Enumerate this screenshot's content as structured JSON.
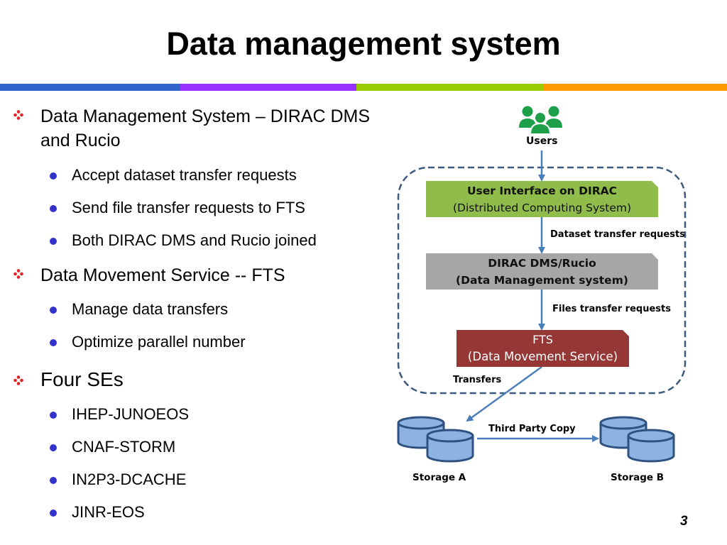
{
  "slide": {
    "title": "Data management system",
    "page_number": "3",
    "colors": {
      "rule_segments": [
        "#3366cc",
        "#9933ff",
        "#99cc00",
        "#ff9900"
      ],
      "diamond_bullet": "#e32222",
      "dot_bullet": "#3333cc",
      "users_icon": "#1ea04a",
      "box_ui": "#8fbc4a",
      "box_dms": "#a6a6a6",
      "box_fts": "#953735",
      "arrow": "#4a7ebb",
      "dashed_border": "#3c5a80",
      "storage_fill": "#8db3e2",
      "storage_stroke": "#2f5280"
    }
  },
  "bullets": [
    {
      "text": "Data Management System – DIRAC DMS and Rucio",
      "sub": [
        "Accept dataset transfer requests",
        "Send file transfer requests to FTS",
        "Both DIRAC DMS and Rucio joined"
      ]
    },
    {
      "text": "Data Movement Service -- FTS",
      "sub": [
        "Manage data transfers",
        "Optimize parallel number"
      ]
    },
    {
      "text": "Four SEs",
      "sub": [
        "IHEP-JUNOEOS",
        "CNAF-STORM",
        "IN2P3-DCACHE",
        "JINR-EOS"
      ]
    }
  ],
  "diagram": {
    "users_label": "Users",
    "boxes": [
      {
        "title": "User Interface on DIRAC",
        "subtitle": "(Distributed Computing System)"
      },
      {
        "title": "DIRAC DMS/Rucio",
        "subtitle": "(Data Management system)"
      },
      {
        "title": "FTS",
        "subtitle": "(Data Movement Service)"
      }
    ],
    "edge_labels": {
      "ui_to_dms": "Dataset transfer requests",
      "dms_to_fts": "Files transfer requests",
      "fts_to_storage": "Transfers",
      "storage_a_to_b": "Third Party Copy"
    },
    "storage": [
      "Storage A",
      "Storage B"
    ]
  }
}
